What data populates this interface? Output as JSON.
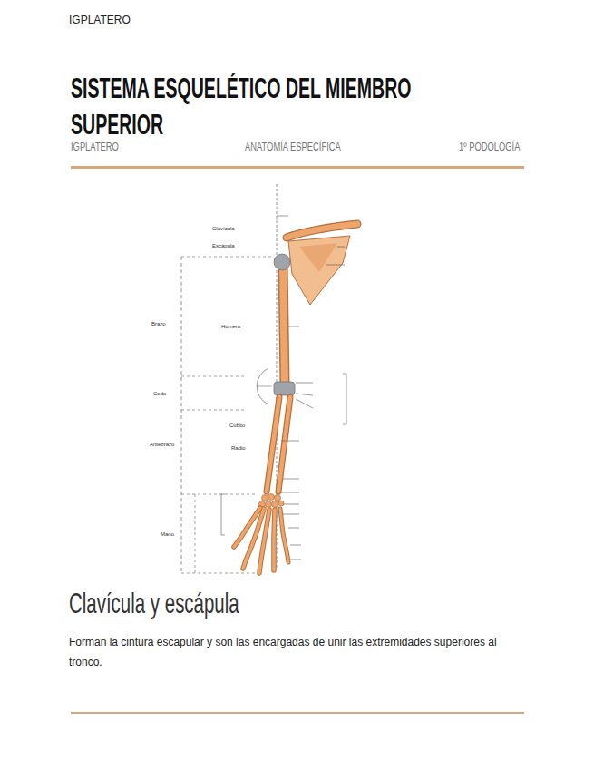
{
  "diagram": {
    "title": "SISTEMA ESQUELÉTICO DEL MIEMBRO SUPERIOR",
    "labels": [
      "IGPLATERO",
      "IGPLATERO",
      "ANATOMÍA ESPECÍFICA",
      "1º PODOLOGÍA",
      "Clavícula",
      "Escápula",
      "Brazo",
      "Húmero",
      "Codo",
      "Cúbito",
      "Antebrazo",
      "Radio",
      "Mano",
      "Clavícula y escápula",
      "Forman la cintura escapular y son las encargadas de unir las extremidades superiores al tronco."
    ]
  }
}
